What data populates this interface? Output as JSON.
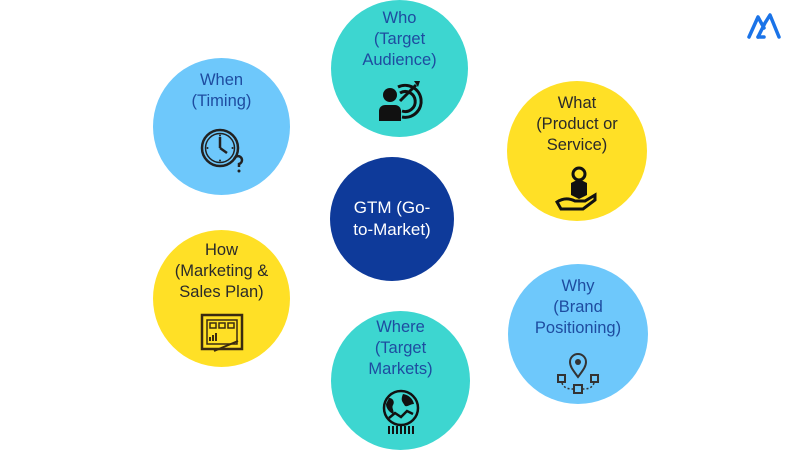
{
  "diagram": {
    "center": {
      "label": "GTM (Go-\nto-Market)",
      "color": "#0e3a9a",
      "text_color": "#ffffff"
    },
    "nodes": [
      {
        "id": "who",
        "label": "Who\n(Target\nAudience)",
        "color": "#3dd6d0",
        "text_color": "#1e4ca0",
        "icon": "target-audience-icon"
      },
      {
        "id": "when",
        "label": "When\n(Timing)",
        "color": "#6ec8fb",
        "text_color": "#1e4ca0",
        "icon": "clock-question-icon"
      },
      {
        "id": "what",
        "label": "What\n(Product or\nService)",
        "color": "#ffe026",
        "text_color": "#2a2a2a",
        "icon": "product-hand-icon"
      },
      {
        "id": "how",
        "label": "How\n(Marketing &\nSales Plan)",
        "color": "#ffe026",
        "text_color": "#2a2a2a",
        "icon": "marketing-plan-board-icon"
      },
      {
        "id": "why",
        "label": "Why\n(Brand\nPositioning)",
        "color": "#6ec8fb",
        "text_color": "#1e4ca0",
        "icon": "location-pin-boxes-icon"
      },
      {
        "id": "where",
        "label": "Where\n(Target\nMarkets)",
        "color": "#3dd6d0",
        "text_color": "#1e4ca0",
        "icon": "globe-chart-icon"
      }
    ]
  },
  "logo": {
    "icon": "brand-logo-icon",
    "color": "#1a73e8"
  }
}
